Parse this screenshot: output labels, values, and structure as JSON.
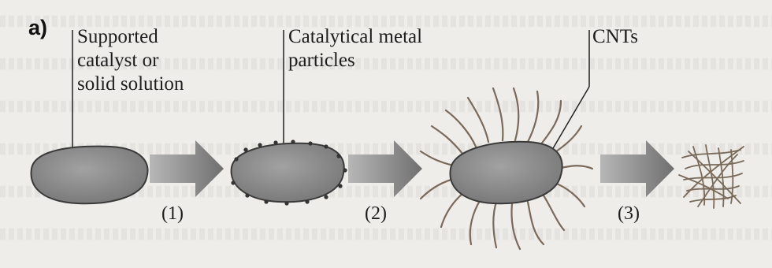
{
  "panel_label": "a)",
  "labels": {
    "supported": [
      "Supported",
      "catalyst or",
      "solid solution"
    ],
    "metal": [
      "Catalytical metal",
      "particles"
    ],
    "cnts": "CNTs"
  },
  "steps": [
    "(1)",
    "(2)",
    "(3)"
  ],
  "colors": {
    "particle_fill": "#8f8f8f",
    "particle_stroke": "#3a3a3a",
    "arrow": "#8c8c8c",
    "tube": "#7a6a5a",
    "background": "#efedea"
  }
}
